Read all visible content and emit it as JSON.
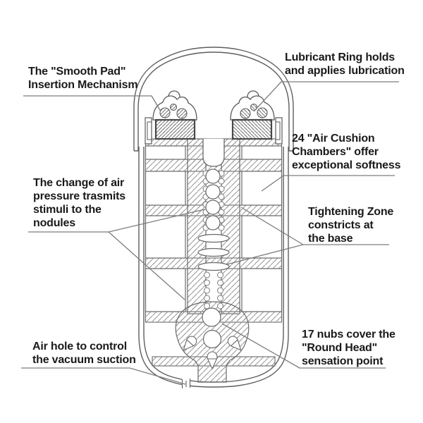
{
  "labels": {
    "smooth_pad": {
      "lines": [
        "The \"Smooth Pad\"",
        "Insertion Mechanism"
      ]
    },
    "lubricant_ring": {
      "lines": [
        "Lubricant Ring holds",
        "and applies lubrication"
      ]
    },
    "air_cushion": {
      "lines": [
        "24 \"Air Cushion",
        "Chambers\" offer",
        "exceptional softness"
      ]
    },
    "air_pressure": {
      "lines": [
        "The change of air",
        "pressure trasmits",
        "stimuli to the",
        "nodules"
      ]
    },
    "tightening_zone": {
      "lines": [
        "Tightening Zone",
        "constricts at",
        "the base"
      ]
    },
    "air_hole": {
      "lines": [
        "Air hole to control",
        "the vacuum suction"
      ]
    },
    "nubs": {
      "lines": [
        "17 nubs cover the",
        "\"Round Head\"",
        "sensation point"
      ]
    }
  },
  "colors": {
    "background": "#ffffff",
    "text": "#1a1a1a",
    "outline": "#5e5e5e",
    "hatch": "#949494",
    "leader": "#7d7d7d"
  }
}
